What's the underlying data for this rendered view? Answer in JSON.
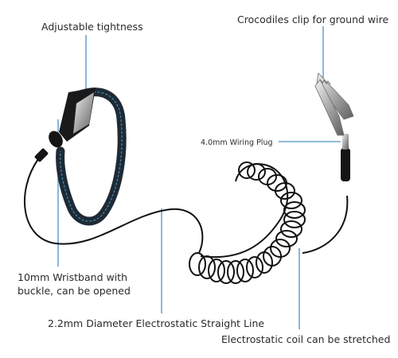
{
  "labels": {
    "adjustable": "Adjustable tightness",
    "crocodile": "Crocodiles clip for ground wire",
    "plug": "4.0mm Wiring Plug",
    "wristband_line1": "10mm Wristband with",
    "wristband_line2": "buckle, can be opened",
    "straight_line": "2.2mm Diameter Electrostatic Straight Line",
    "coil": "Electrostatic coil can be stretched"
  },
  "colors": {
    "leader": "#4a90c8",
    "strap": "#1f2a35",
    "strap_edge": "#3c8fbe",
    "cable": "#111111",
    "clip": "#9a9a9a"
  }
}
